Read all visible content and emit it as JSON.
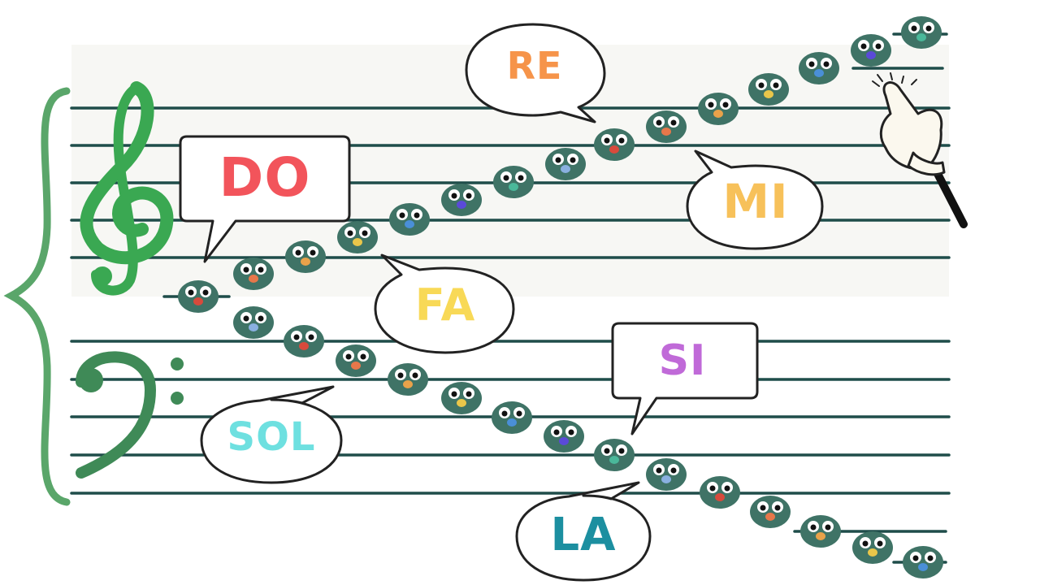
{
  "staff_color": "#1f4d4a",
  "brace_color": "#5aa66a",
  "clef_color": "#3aa852",
  "note_body_color": "#3f7366",
  "solfege": [
    {
      "label": "DO",
      "color": "#f2545b"
    },
    {
      "label": "RE",
      "color": "#f6944a"
    },
    {
      "label": "MI",
      "color": "#f7c15a"
    },
    {
      "label": "FA",
      "color": "#f8d957"
    },
    {
      "label": "SOL",
      "color": "#6ee0e0"
    },
    {
      "label": "LA",
      "color": "#1c8fa0"
    },
    {
      "label": "SI",
      "color": "#c06ad8"
    }
  ],
  "icons": {
    "treble_clef": "treble-clef-icon",
    "bass_clef": "bass-clef-icon",
    "brace": "grand-staff-brace-icon",
    "pointer": "pointing-glove-hand-icon",
    "note": "note-bird-icon"
  },
  "beak_colors": [
    "#d84a3c",
    "#e7774a",
    "#e9a24a",
    "#e9c64a",
    "#4a8fd8",
    "#5a4ad8",
    "#4ab89a",
    "#8ab0e0"
  ]
}
